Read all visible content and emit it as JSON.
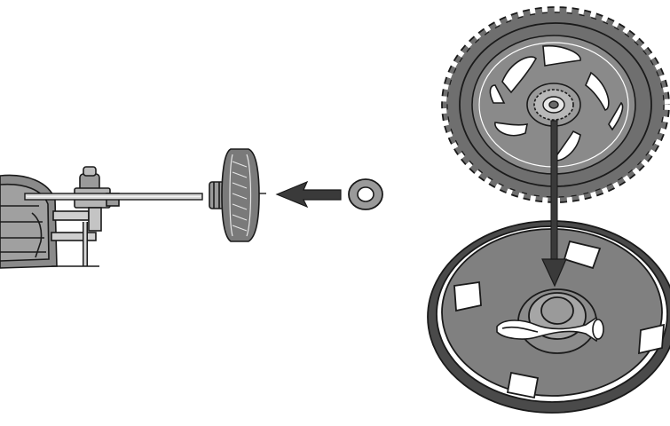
{
  "figure": {
    "steps": [
      {
        "id": "axle-assembly",
        "parts": [
          "chassis-frame",
          "axle-bracket",
          "axle-rod",
          "side-wheel",
          "washer",
          "arrow-washer-to-wheel"
        ]
      },
      {
        "id": "hubcap-assembly",
        "parts": [
          "wheel-tire",
          "wheel-rim-spokes",
          "wheel-hub-nut",
          "hubcap-cover",
          "hubcap-cotter-pin",
          "arrow-wheel-to-hubcap"
        ]
      }
    ],
    "colors": {
      "ink": "#1a1a1a",
      "tire": "#6f6f6f",
      "rim": "#8a8a8a",
      "hubcap": "#7d7d7d",
      "hubcap_dark": "#4a4a4a",
      "paper": "#ffffff",
      "arrow": "#3a3a3a"
    }
  }
}
